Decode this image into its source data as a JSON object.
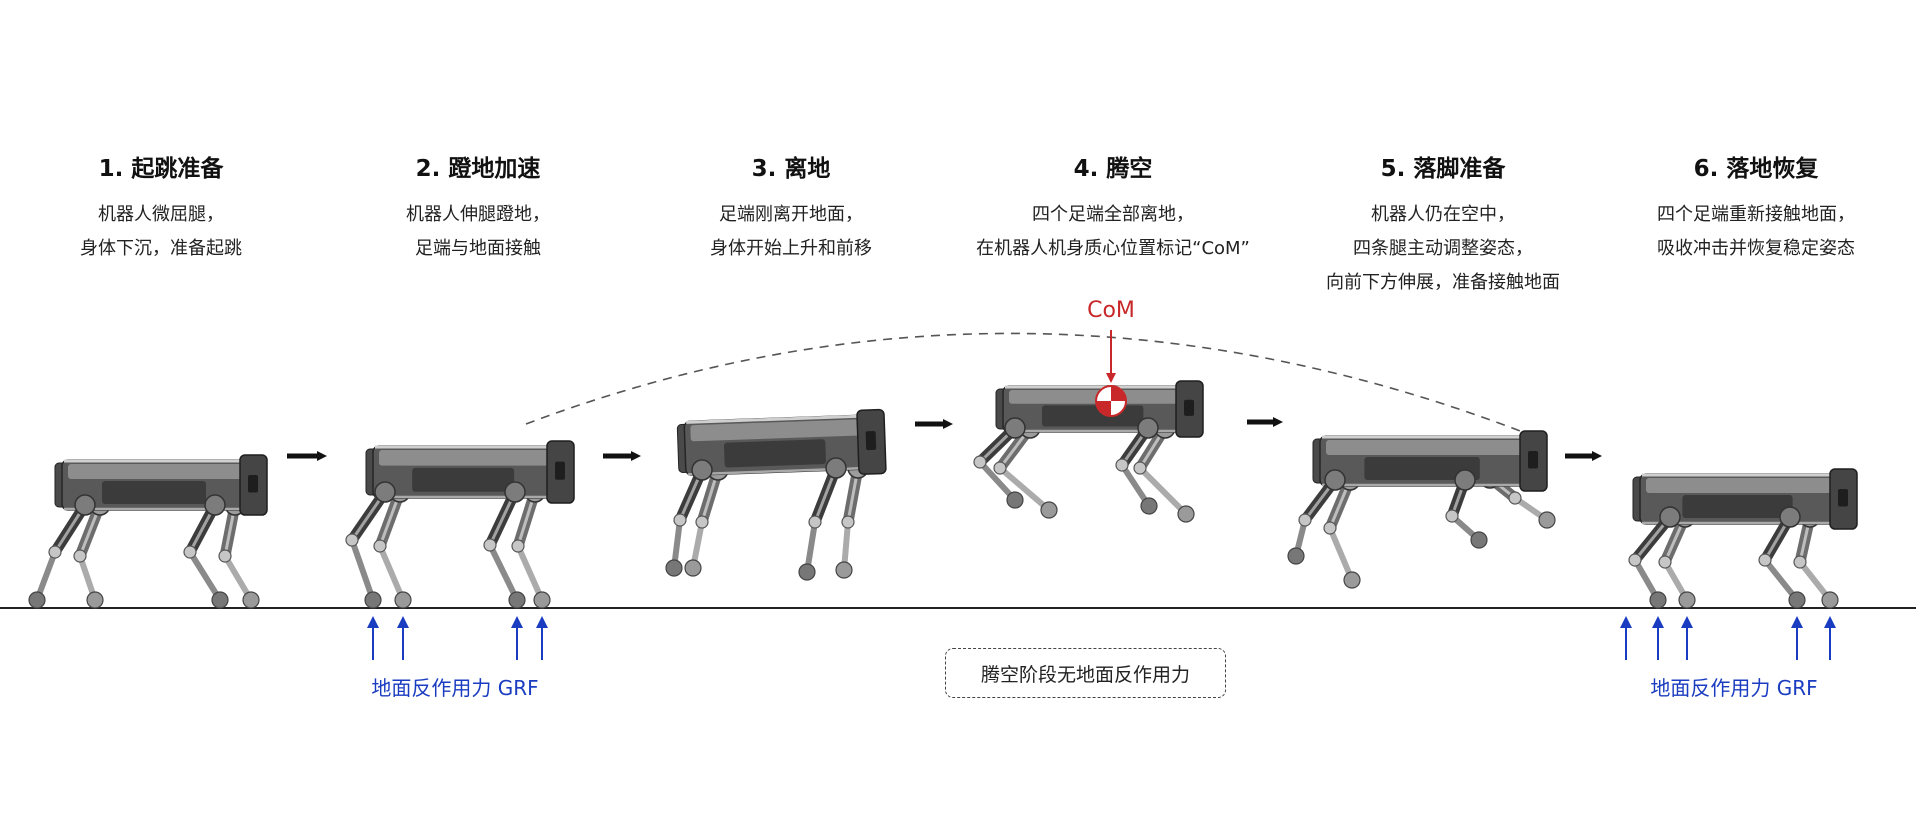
{
  "phases": [
    {
      "title": "1. 起跳准备",
      "lines": [
        "机器人微屈腿，",
        "身体下沉，准备起跳"
      ]
    },
    {
      "title": "2. 蹬地加速",
      "lines": [
        "机器人伸腿蹬地，",
        "足端与地面接触"
      ]
    },
    {
      "title": "3. 离地",
      "lines": [
        "足端刚离开地面，",
        "身体开始上升和前移"
      ]
    },
    {
      "title": "4. 腾空",
      "lines": [
        "四个足端全部离地，",
        "在机器人机身质心位置标记“CoM”"
      ]
    },
    {
      "title": "5. 落脚准备",
      "lines": [
        "机器人仍在空中，",
        "四条腿主动调整姿态，",
        "向前下方伸展，准备接触地面"
      ]
    },
    {
      "title": "6. 落地恢复",
      "lines": [
        "四个足端重新接触地面，",
        "吸收冲击并恢复稳定姿态"
      ]
    }
  ],
  "com_label": "CoM",
  "grf_left_label": "地面反作用力 GRF",
  "grf_right_label": "地面反作用力 GRF",
  "flight_note": "腾空阶段无地面反作用力",
  "colors": {
    "grf": "#1a3cc1",
    "com": "#c8282a",
    "arrow": "#111111",
    "ground": "#222222",
    "trajectory": "#555555"
  }
}
